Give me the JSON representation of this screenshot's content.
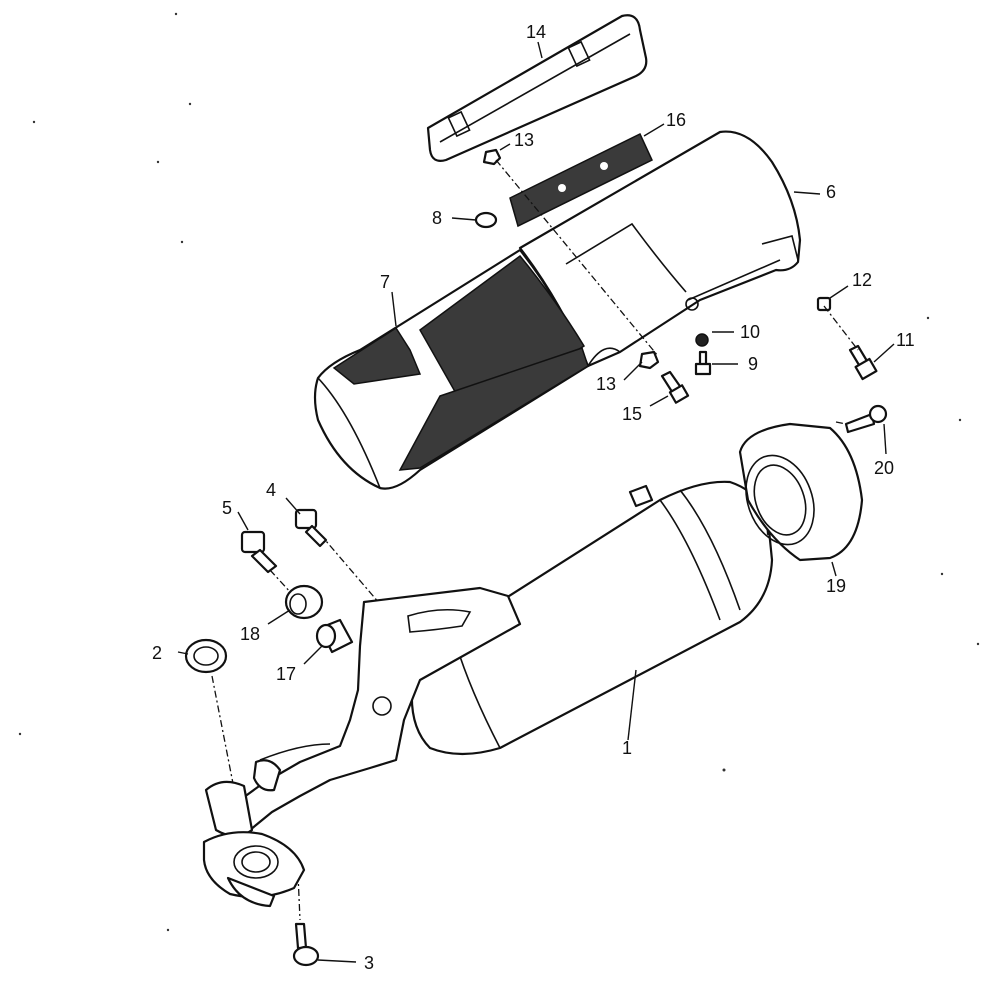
{
  "callouts": {
    "c1": "1",
    "c2": "2",
    "c3": "3",
    "c4": "4",
    "c5": "5",
    "c6": "6",
    "c7": "7",
    "c8": "8",
    "c9": "9",
    "c10": "10",
    "c11": "11",
    "c12": "12",
    "c13a": "13",
    "c13b": "13",
    "c14": "14",
    "c15": "15",
    "c16": "16",
    "c17": "17",
    "c18": "18",
    "c19": "19",
    "c20": "20"
  },
  "colors": {
    "line": "#111111",
    "background": "#ffffff"
  }
}
